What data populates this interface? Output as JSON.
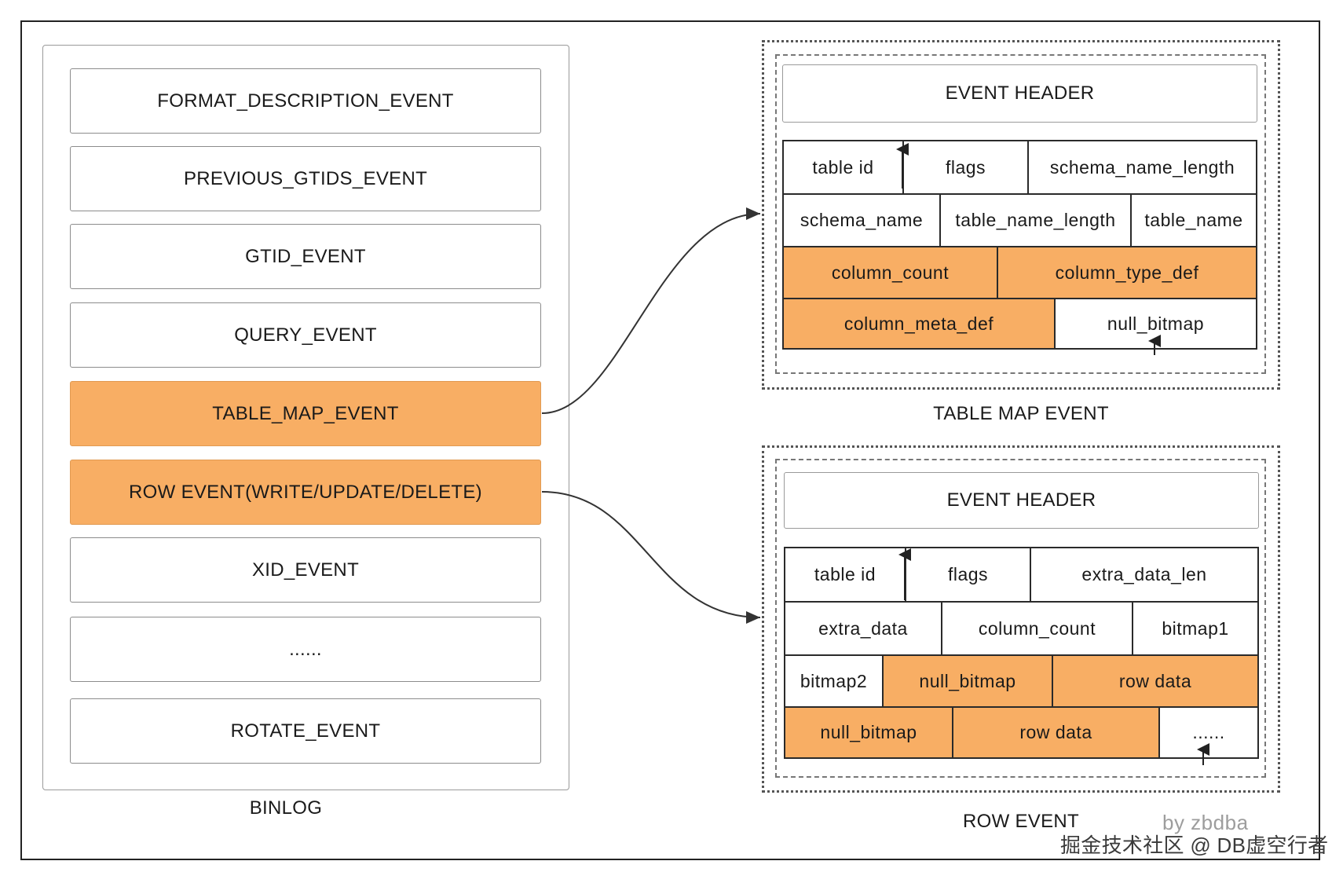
{
  "binlog": {
    "label": "BINLOG",
    "events": [
      {
        "label": "FORMAT_DESCRIPTION_EVENT",
        "highlight": false
      },
      {
        "label": "PREVIOUS_GTIDS_EVENT",
        "highlight": false
      },
      {
        "label": "GTID_EVENT",
        "highlight": false
      },
      {
        "label": "QUERY_EVENT",
        "highlight": false
      },
      {
        "label": "TABLE_MAP_EVENT",
        "highlight": true
      },
      {
        "label": "ROW EVENT(WRITE/UPDATE/DELETE)",
        "highlight": true
      },
      {
        "label": "XID_EVENT",
        "highlight": false
      },
      {
        "label": "......",
        "highlight": false
      },
      {
        "label": "ROTATE_EVENT",
        "highlight": false
      }
    ]
  },
  "table_map_event": {
    "label": "TABLE MAP EVENT",
    "header": "EVENT HEADER",
    "rows": [
      [
        {
          "text": "table id"
        },
        {
          "text": "flags"
        },
        {
          "text": "schema_name_length"
        }
      ],
      [
        {
          "text": "schema_name"
        },
        {
          "text": "table_name_length"
        },
        {
          "text": "table_name"
        }
      ],
      [
        {
          "text": "column_count",
          "highlight": true
        },
        {
          "text": "column_type_def",
          "highlight": true
        }
      ],
      [
        {
          "text": "column_meta_def",
          "highlight": true
        },
        {
          "text": "null_bitmap"
        }
      ]
    ]
  },
  "row_event": {
    "label": "ROW EVENT",
    "header": "EVENT HEADER",
    "rows": [
      [
        {
          "text": "table id"
        },
        {
          "text": "flags"
        },
        {
          "text": "extra_data_len"
        }
      ],
      [
        {
          "text": "extra_data"
        },
        {
          "text": "column_count"
        },
        {
          "text": "bitmap1"
        }
      ],
      [
        {
          "text": "bitmap2"
        },
        {
          "text": "null_bitmap",
          "highlight": true
        },
        {
          "text": "row data",
          "highlight": true
        }
      ],
      [
        {
          "text": "null_bitmap",
          "highlight": true
        },
        {
          "text": "row data",
          "highlight": true
        },
        {
          "text": "......"
        }
      ]
    ]
  },
  "colors": {
    "highlight": "#f8ae64",
    "border": "#2a2a2a"
  },
  "watermark": {
    "author": "by zbdba",
    "site": "掘金技术社区 @ DB虚空行者"
  }
}
